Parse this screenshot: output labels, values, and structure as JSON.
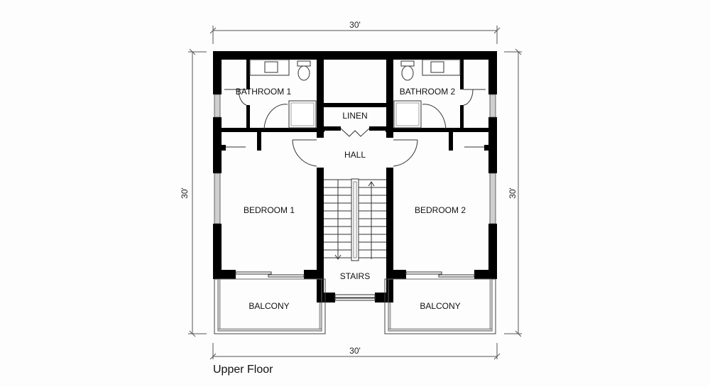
{
  "drawing": {
    "title": "Upper Floor",
    "dimensions": {
      "top": "30'",
      "bottom": "30'",
      "left": "30'",
      "right": "30'"
    },
    "rooms": {
      "bathroom_1": "BATHROOM 1",
      "bathroom_2": "BATHROOM 2",
      "linen": "LINEN",
      "hall": "HALL",
      "bedroom_1": "BEDROOM 1",
      "bedroom_2": "BEDROOM 2",
      "stairs": "STAIRS",
      "balcony_left": "BALCONY",
      "balcony_right": "BALCONY"
    },
    "colors": {
      "wall": "#000000",
      "background": "#fdfdfd",
      "window": "#cfcfcf"
    }
  }
}
